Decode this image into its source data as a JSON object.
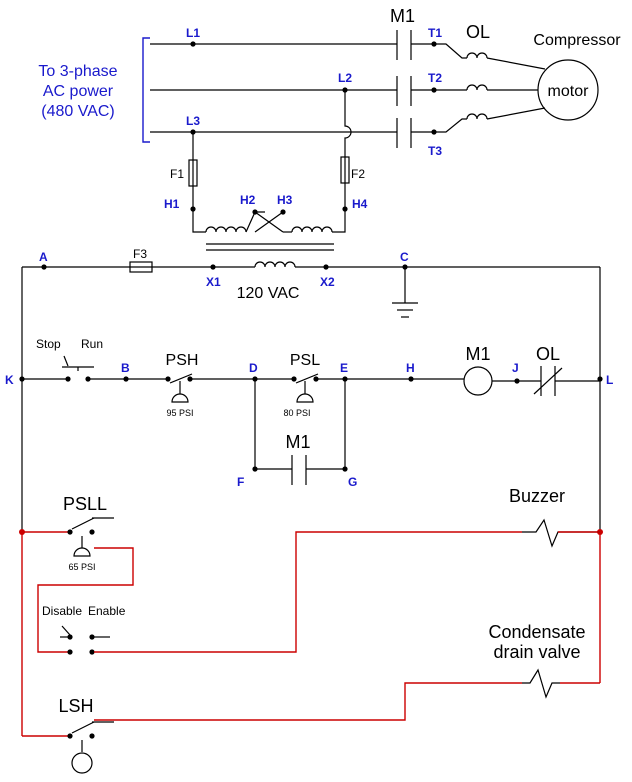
{
  "source_label": [
    "To 3-phase",
    "AC power",
    "(480 VAC)"
  ],
  "nodes": {
    "L1": "L1",
    "L2": "L2",
    "L3": "L3",
    "T1": "T1",
    "T2": "T2",
    "T3": "T3",
    "H1": "H1",
    "H2": "H2",
    "H3": "H3",
    "H4": "H4",
    "X1": "X1",
    "X2": "X2",
    "A": "A",
    "B": "B",
    "C": "C",
    "D": "D",
    "E": "E",
    "F": "F",
    "G": "G",
    "H": "H",
    "J": "J",
    "K": "K",
    "L": "L"
  },
  "components": {
    "m1_top": "M1",
    "ol_top": "OL",
    "compressor": "Compressor",
    "motor": "motor",
    "f1": "F1",
    "f2": "F2",
    "f3": "F3",
    "secondary_voltage": "120 VAC",
    "stop": "Stop",
    "run": "Run",
    "psh": "PSH",
    "psh_setpoint": "95 PSI",
    "psl": "PSL",
    "psl_setpoint": "80 PSI",
    "m1_coil": "M1",
    "ol_contact": "OL",
    "m1_seal": "M1",
    "psll": "PSLL",
    "psll_setpoint": "65 PSI",
    "disable": "Disable",
    "enable": "Enable",
    "buzzer": "Buzzer",
    "condensate": [
      "Condensate",
      "drain valve"
    ],
    "lsh": "LSH"
  },
  "colors": {
    "wire": "#000000",
    "alarm_wire": "#cc0000",
    "label_blue": "#1a1acc"
  }
}
